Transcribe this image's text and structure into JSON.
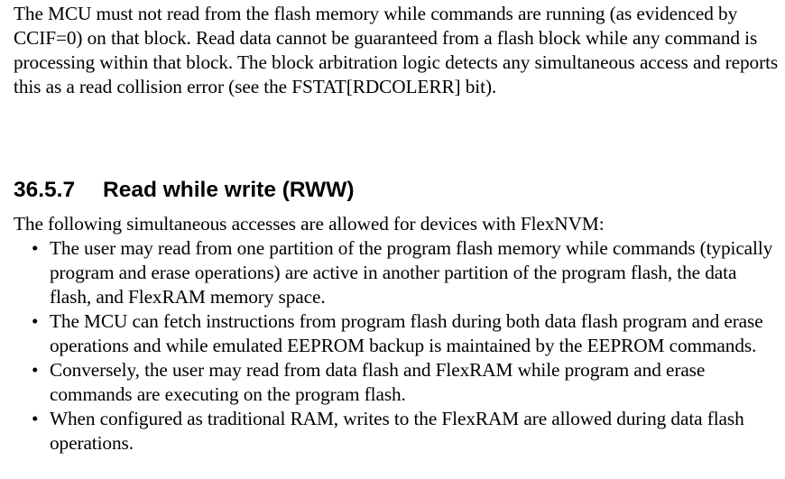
{
  "document": {
    "intro_paragraph": "The MCU must not read from the flash memory while commands are running (as evidenced by CCIF=0) on that block. Read data cannot be guaranteed from a flash block while any command is processing within that block. The block arbitration logic detects any simultaneous access and reports this as a read collision error (see the FSTAT[RDCOLERR] bit).",
    "section": {
      "number": "36.5.7",
      "title": "Read while write (RWW)",
      "lead": "The following simultaneous accesses are allowed for devices with FlexNVM:",
      "bullet_glyph": "•",
      "bullets": [
        "The user may read from one partition of the program flash memory while commands (typically program and erase operations) are active in another partition of the program flash, the data flash, and FlexRAM memory space.",
        "The MCU can fetch instructions from program flash during both data flash program and erase operations and while emulated EEPROM backup is maintained by the EEPROM commands.",
        "Conversely, the user may read from data flash and FlexRAM while program and erase commands are executing on the program flash.",
        "When configured as traditional RAM, writes to the FlexRAM are allowed during data flash operations."
      ]
    }
  }
}
